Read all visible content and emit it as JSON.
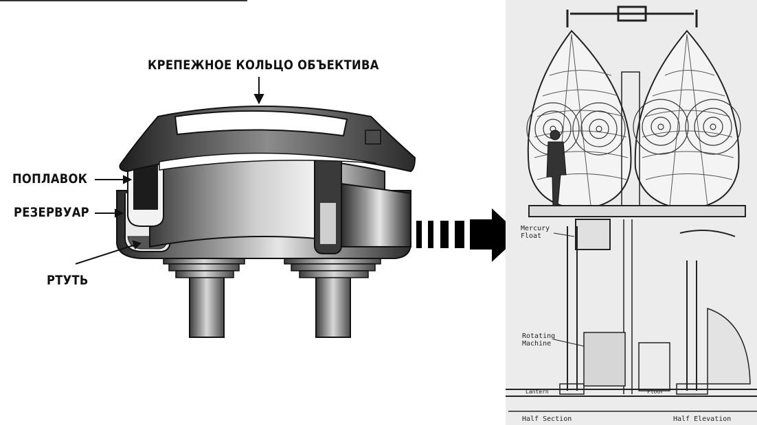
{
  "labels": {
    "ring": "КРЕПЕЖНОЕ КОЛЬЦО ОБЪЕКТИВА",
    "float": "ПОПЛАВОК",
    "reservoir": "РЕЗЕРВУАР",
    "mercury": "РТУТЬ"
  },
  "drawing": {
    "mercury_float_line1": "Mercury",
    "mercury_float_line2": "Float",
    "rotating_line1": "Rotating",
    "rotating_line2": "Machine",
    "floor_left": "Lantern",
    "floor_right": "Floor",
    "half_section": "Half Section",
    "half_elevation": "Half Elevation"
  },
  "colors": {
    "ink": "#111111",
    "metal_dark": "#2a2a2a",
    "metal_light": "#d9d9d9",
    "mercury": "#555555"
  }
}
